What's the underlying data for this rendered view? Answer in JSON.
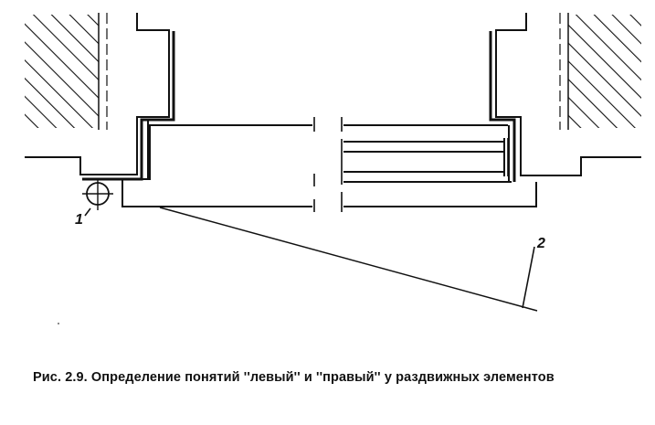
{
  "figure": {
    "callouts": [
      {
        "label": "1"
      },
      {
        "label": "2"
      }
    ],
    "caption": "Рис. 2.9. Определение понятий ''левый'' и ''правый'' у раздвижных элементов"
  },
  "colors": {
    "ink": "#111111",
    "paper": "#ffffff"
  }
}
